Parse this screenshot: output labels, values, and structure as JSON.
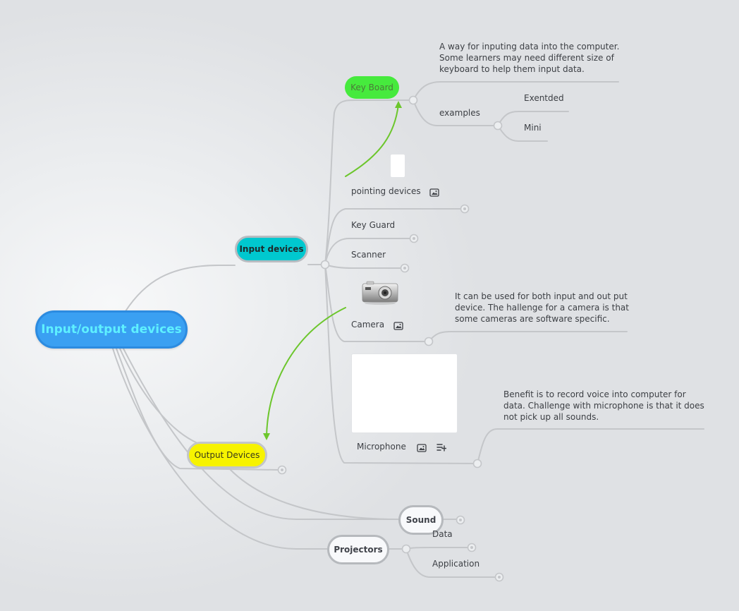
{
  "root": {
    "label": "Input/output devices"
  },
  "input_devices": {
    "label": "Input devices",
    "keyboard": {
      "label": "Key Board",
      "note": "A way for inputing data into the computer. Some learners may need different size of keyboard to help them input data.",
      "examples": {
        "label": "examples",
        "items": [
          "Exentded",
          "Mini"
        ]
      }
    },
    "pointing_devices": {
      "label": "pointing devices"
    },
    "key_guard": {
      "label": "Key Guard"
    },
    "scanner": {
      "label": "Scanner"
    },
    "camera": {
      "label": "Camera",
      "note": "It can be used for both input and out put device.  The hallenge for a camera is that some cameras are software specific."
    },
    "microphone": {
      "label": "Microphone",
      "note": "Benefit is to record voice into computer for data.  Challenge with microphone is that it does not pick up all sounds."
    }
  },
  "output_devices": {
    "label": "Output Devices"
  },
  "sound": {
    "label": "Sound"
  },
  "projectors": {
    "label": "Projectors",
    "children": [
      "Data",
      "Application"
    ]
  },
  "colors": {
    "root": "#3aa0f2",
    "input_devices": "#00c8cf",
    "output_devices": "#f7f300",
    "keyboard": "#46ea3d",
    "relationship_arrow": "#6cc62c",
    "branch_line": "#c4c6c9"
  }
}
